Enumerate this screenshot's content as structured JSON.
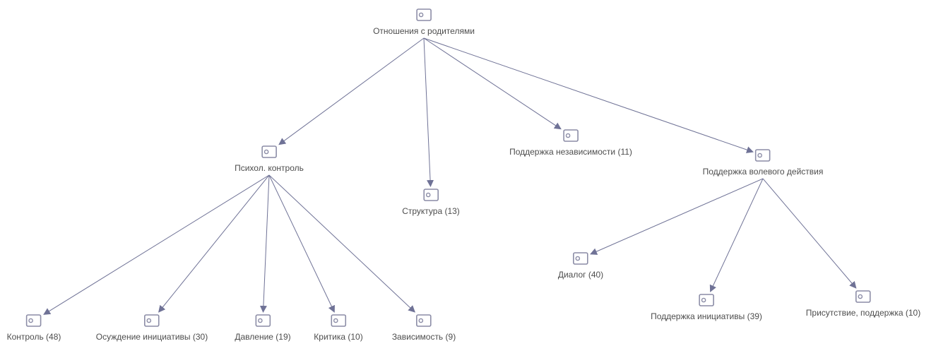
{
  "nodes": {
    "root": {
      "label": "Отношения с родителями"
    },
    "psych": {
      "label": "Психол. контроль"
    },
    "structure": {
      "label": "Структура (13)"
    },
    "independence": {
      "label": "Поддержка независимости (11)"
    },
    "volitional": {
      "label": "Поддержка волевого действия"
    },
    "control": {
      "label": "Контроль (48)"
    },
    "condemn": {
      "label": "Осуждение инициативы (30)"
    },
    "pressure": {
      "label": "Давление (19)"
    },
    "criticism": {
      "label": "Критика (10)"
    },
    "dependence": {
      "label": "Зависимость (9)"
    },
    "dialog": {
      "label": "Диалог (40)"
    },
    "initiative": {
      "label": "Поддержка инициативы (39)"
    },
    "presence": {
      "label": "Присутствие, поддержка (10)"
    }
  },
  "edges": [
    [
      "root",
      "psych"
    ],
    [
      "root",
      "structure"
    ],
    [
      "root",
      "independence"
    ],
    [
      "root",
      "volitional"
    ],
    [
      "psych",
      "control"
    ],
    [
      "psych",
      "condemn"
    ],
    [
      "psych",
      "pressure"
    ],
    [
      "psych",
      "criticism"
    ],
    [
      "psych",
      "dependence"
    ],
    [
      "volitional",
      "dialog"
    ],
    [
      "volitional",
      "initiative"
    ],
    [
      "volitional",
      "presence"
    ]
  ],
  "colors": {
    "edge": "#6f7296",
    "icon": "#8b8ca6",
    "label": "#4d4d4d"
  }
}
